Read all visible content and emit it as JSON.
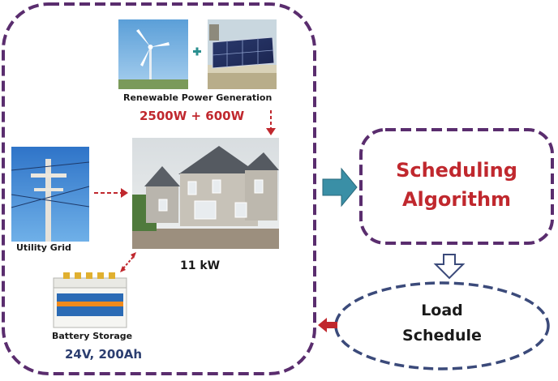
{
  "renewable": {
    "label": "Renewable Power Generation",
    "power": "2500W + 600W",
    "plus_symbol": "+"
  },
  "grid": {
    "label": "Utility Grid"
  },
  "house": {
    "load": "11 kW"
  },
  "battery": {
    "label": "Battery Storage",
    "spec": "24V, 200Ah"
  },
  "scheduling": {
    "line1": "Scheduling",
    "line2": "Algorithm"
  },
  "load_schedule": {
    "line1": "Load",
    "line2": "Schedule"
  },
  "colors": {
    "frame": "#5a2d6e",
    "accent_red": "#c0282e",
    "load_blue": "#3b4a7a",
    "teal": "#3a8fa6",
    "spec_blue": "#2c3e70"
  }
}
